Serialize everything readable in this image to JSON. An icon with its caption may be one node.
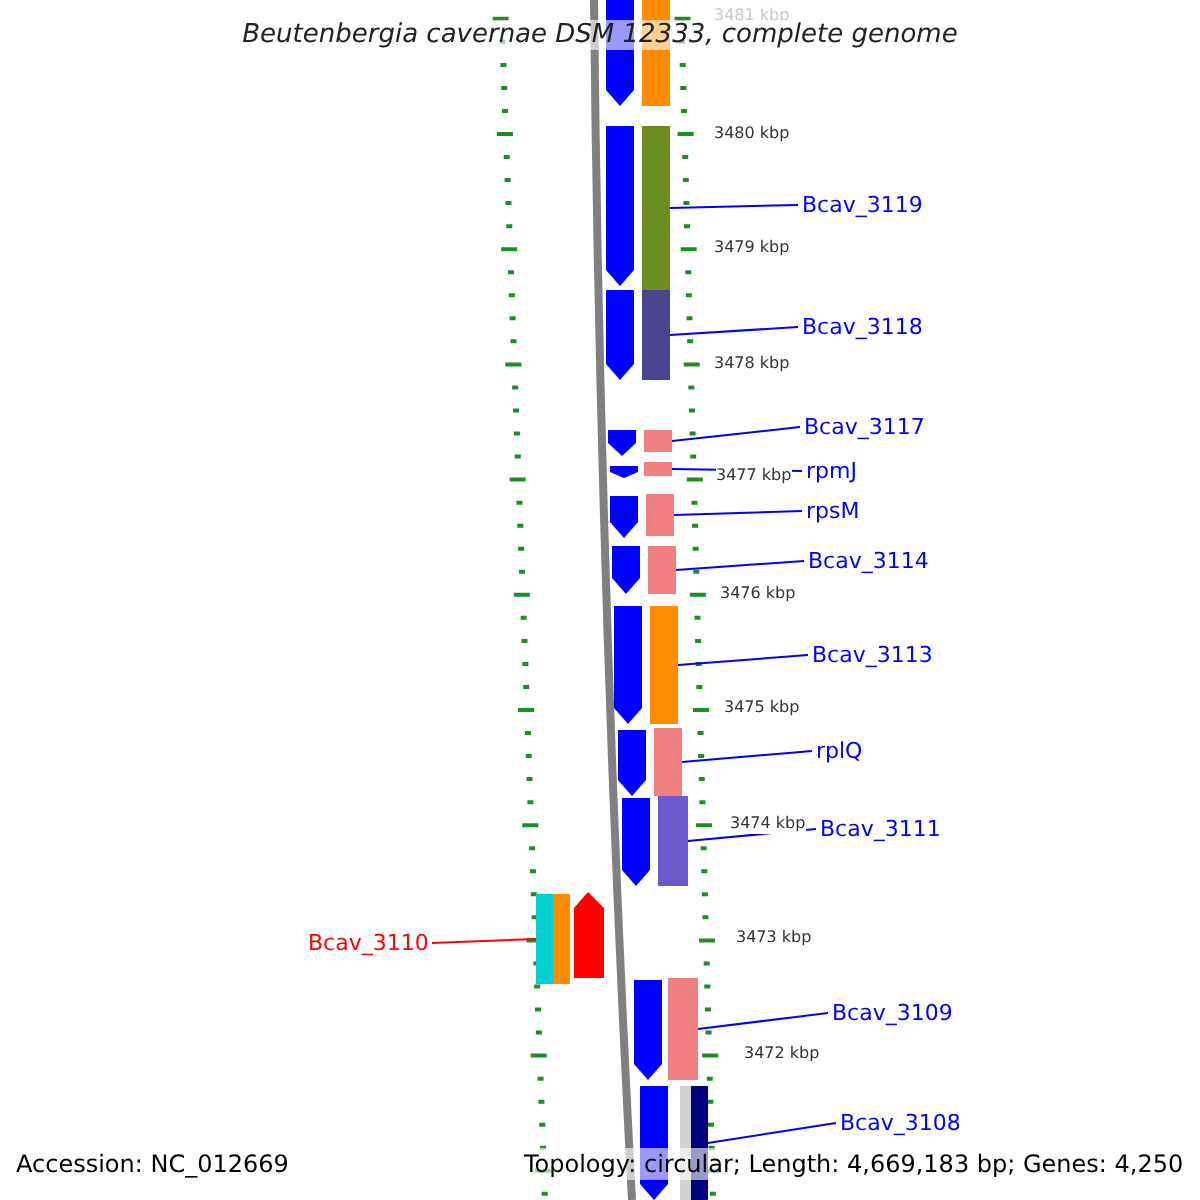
{
  "diagram": {
    "title": "Beutenbergia cavernae DSM 12333, complete genome",
    "nodes": [
      {
        "text": [
          "Bcav_3119"
        ]
      },
      {
        "text": [
          "Bcav_3118"
        ]
      },
      {
        "text": [
          "Bcav_3117"
        ]
      },
      {
        "text": [
          "rpmJ"
        ]
      },
      {
        "text": [
          "rpsM"
        ]
      },
      {
        "text": [
          "Bcav_3114"
        ]
      },
      {
        "text": [
          "Bcav_3113"
        ]
      },
      {
        "text": [
          "rplQ"
        ]
      },
      {
        "text": [
          "Bcav_3111"
        ]
      },
      {
        "text": [
          "Bcav_3110"
        ]
      },
      {
        "text": [
          "Bcav_3109"
        ]
      },
      {
        "text": [
          "Bcav_3108"
        ]
      },
      {
        "text": [],
        "shape": "bar"
      },
      {
        "text": [],
        "shape": "bar"
      },
      {
        "text": [],
        "shape": "bar"
      },
      {
        "text": [],
        "shape": "bar"
      },
      {
        "text": [],
        "shape": "bar"
      },
      {
        "text": [],
        "shape": "bar"
      },
      {
        "text": [],
        "shape": "bar"
      },
      {
        "text": [],
        "shape": "bar"
      },
      {
        "text": [],
        "shape": "bar"
      },
      {
        "text": [],
        "shape": "bar"
      },
      {
        "text": [],
        "shape": "bar"
      },
      {
        "text": [],
        "shape": "bar"
      }
    ],
    "edges": [
      {
        "from": 0,
        "to": 12,
        "arrow": "none"
      },
      {
        "from": 1,
        "to": 13,
        "arrow": "none"
      },
      {
        "from": 2,
        "to": 14,
        "arrow": "none"
      },
      {
        "from": 3,
        "to": 15,
        "arrow": "none"
      },
      {
        "from": 4,
        "to": 16,
        "arrow": "none"
      },
      {
        "from": 5,
        "to": 17,
        "arrow": "none"
      },
      {
        "from": 6,
        "to": 18,
        "arrow": "none"
      },
      {
        "from": 7,
        "to": 19,
        "arrow": "none"
      },
      {
        "from": 8,
        "to": 20,
        "arrow": "none"
      },
      {
        "from": 9,
        "to": 21,
        "arrow": "none",
        "color": "#ff0000"
      },
      {
        "from": 10,
        "to": 22,
        "arrow": "none"
      },
      {
        "from": 11,
        "to": 23,
        "arrow": "none"
      }
    ],
    "labels": [
      "3481 kbp",
      "3480 kbp",
      "3479 kbp",
      "3478 kbp",
      "3477 kbp",
      "3476 kbp",
      "3475 kbp",
      "3474 kbp",
      "3473 kbp",
      "3472 kbp",
      "Accession: NC_012669",
      "Topology: circular; Length: 4,669,183 bp; Genes: 4,250"
    ]
  }
}
